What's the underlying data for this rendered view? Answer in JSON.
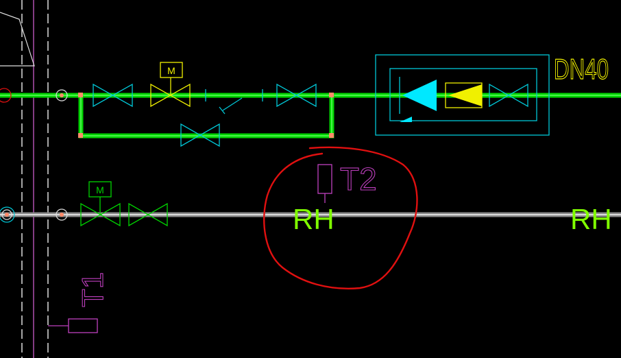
{
  "labels": {
    "pipe_size": "DN40",
    "pipe_code_1": "RH",
    "pipe_code_2": "RH",
    "tag_upper": "T2",
    "tag_lower": "T1",
    "motor_upper": "M",
    "motor_lower": "M"
  },
  "colors": {
    "background": "#000000",
    "supply_pipe": "#00d400",
    "return_pipe": "#c8c8c8",
    "valve": "#00c8d8",
    "motor_valve": "#f0f000",
    "lower_valve": "#00d400",
    "pipe_code": "#80ff00",
    "tag": "#c040c0",
    "markup": "#e01010",
    "dimension": "#f0f000",
    "grid_line": "#d8d8d8"
  }
}
